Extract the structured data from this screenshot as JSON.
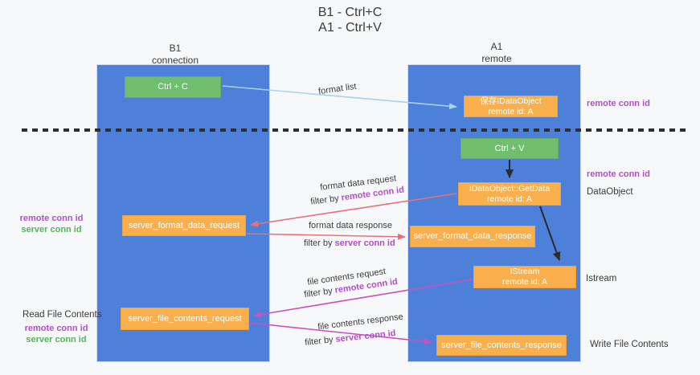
{
  "title": {
    "line1": "B1 - Ctrl+C",
    "line2": "A1 - Ctrl+V"
  },
  "lanes": {
    "left": {
      "name": "B1",
      "role": "connection"
    },
    "right": {
      "name": "A1",
      "role": "remote"
    }
  },
  "nodes": {
    "ctrl_c": {
      "label": "Ctrl + C"
    },
    "saved_idataobject": {
      "line1": "保存IDataObject",
      "line2": "remote id: A"
    },
    "ctrl_v": {
      "label": "Ctrl + V"
    },
    "getdata": {
      "line1": "IDataObject::GetData",
      "line2": "remote id: A"
    },
    "format_request": {
      "label": "server_format_data_request"
    },
    "format_response": {
      "label": "server_format_data_response"
    },
    "istream": {
      "line1": "IStream",
      "line2": "remote id: A"
    },
    "file_request": {
      "label": "server_file_contents_request"
    },
    "file_response": {
      "label": "server_file_contents_response"
    }
  },
  "flow_labels": {
    "format_list": "format list",
    "format_data_request": "format data request",
    "format_data_response": "format data response",
    "file_contents_request": "file contents request",
    "file_contents_response": "file contents response",
    "filter_by": "filter by ",
    "remote_conn_id": "remote conn id",
    "server_conn_id": "server conn id"
  },
  "side_labels": {
    "remote_conn_id": "remote conn id",
    "server_conn_id": "server conn id",
    "dataobject": "DataObject",
    "istream": "Istream",
    "read_file_contents": "Read File Contents",
    "write_file_contents": "Write File Contents"
  },
  "colors": {
    "lane_blue": "#4d80d8",
    "green_box": "#70bf6e",
    "orange_box": "#f9af4c",
    "purple_text": "#b04fc8",
    "green_text": "#55b35a",
    "arrow_light_blue": "#a6d3f0",
    "arrow_salmon": "#e8707a",
    "arrow_magenta": "#cb50c0",
    "arrow_black": "#2b2b2b",
    "background": "#f7f8f9"
  }
}
